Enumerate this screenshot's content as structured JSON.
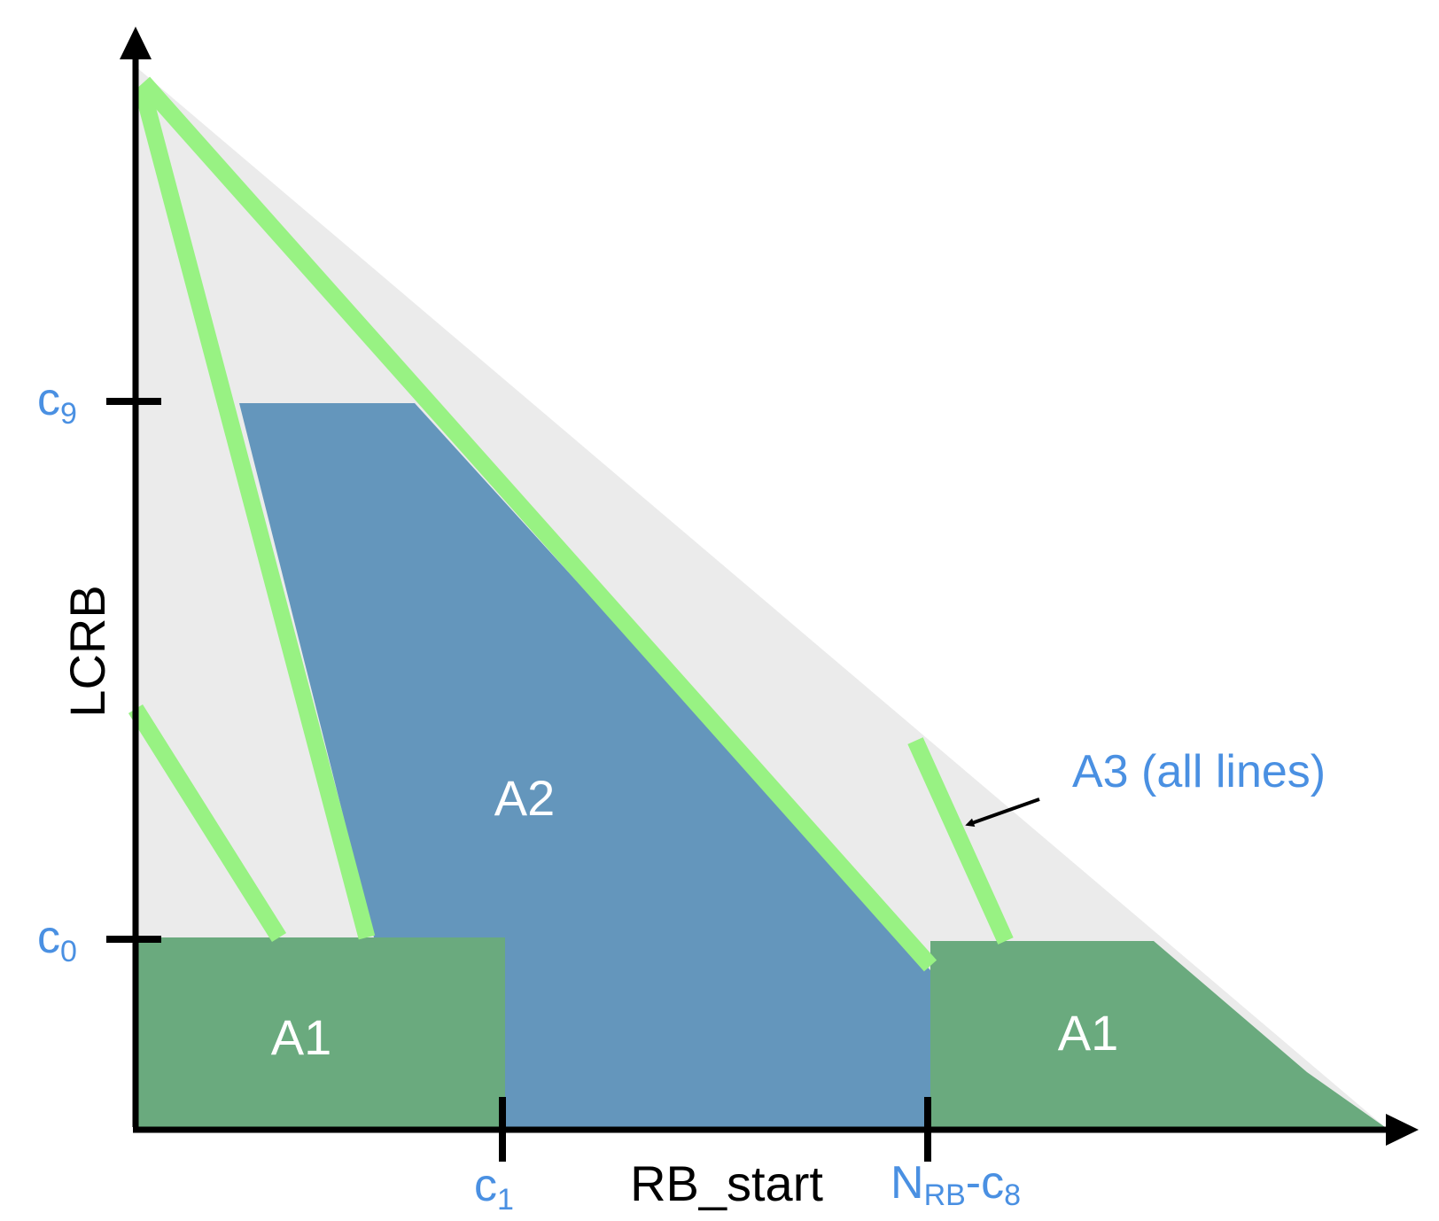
{
  "axes": {
    "x_label": "RB_start",
    "y_label": "LCRB"
  },
  "ticks": {
    "y_upper": {
      "base": "c",
      "sub": "9"
    },
    "y_lower": {
      "base": "c",
      "sub": "0"
    },
    "x_left": {
      "base": "c",
      "sub": "1"
    },
    "x_right": {
      "pre": "N",
      "sub": "RB",
      "post": "-c",
      "post_sub": "8"
    }
  },
  "regions": {
    "a1_left": "A1",
    "a1_right": "A1",
    "a2": "A2",
    "a3_annotation": "A3 (all lines)"
  },
  "colors": {
    "background_triangle": "#ebebeb",
    "a1_fill": "#6aaa7e",
    "a2_fill": "#6496bc",
    "a3_line": "#98f283",
    "axis": "#000000",
    "tick_label": "#4a90e2",
    "region_label": "#ffffff"
  }
}
